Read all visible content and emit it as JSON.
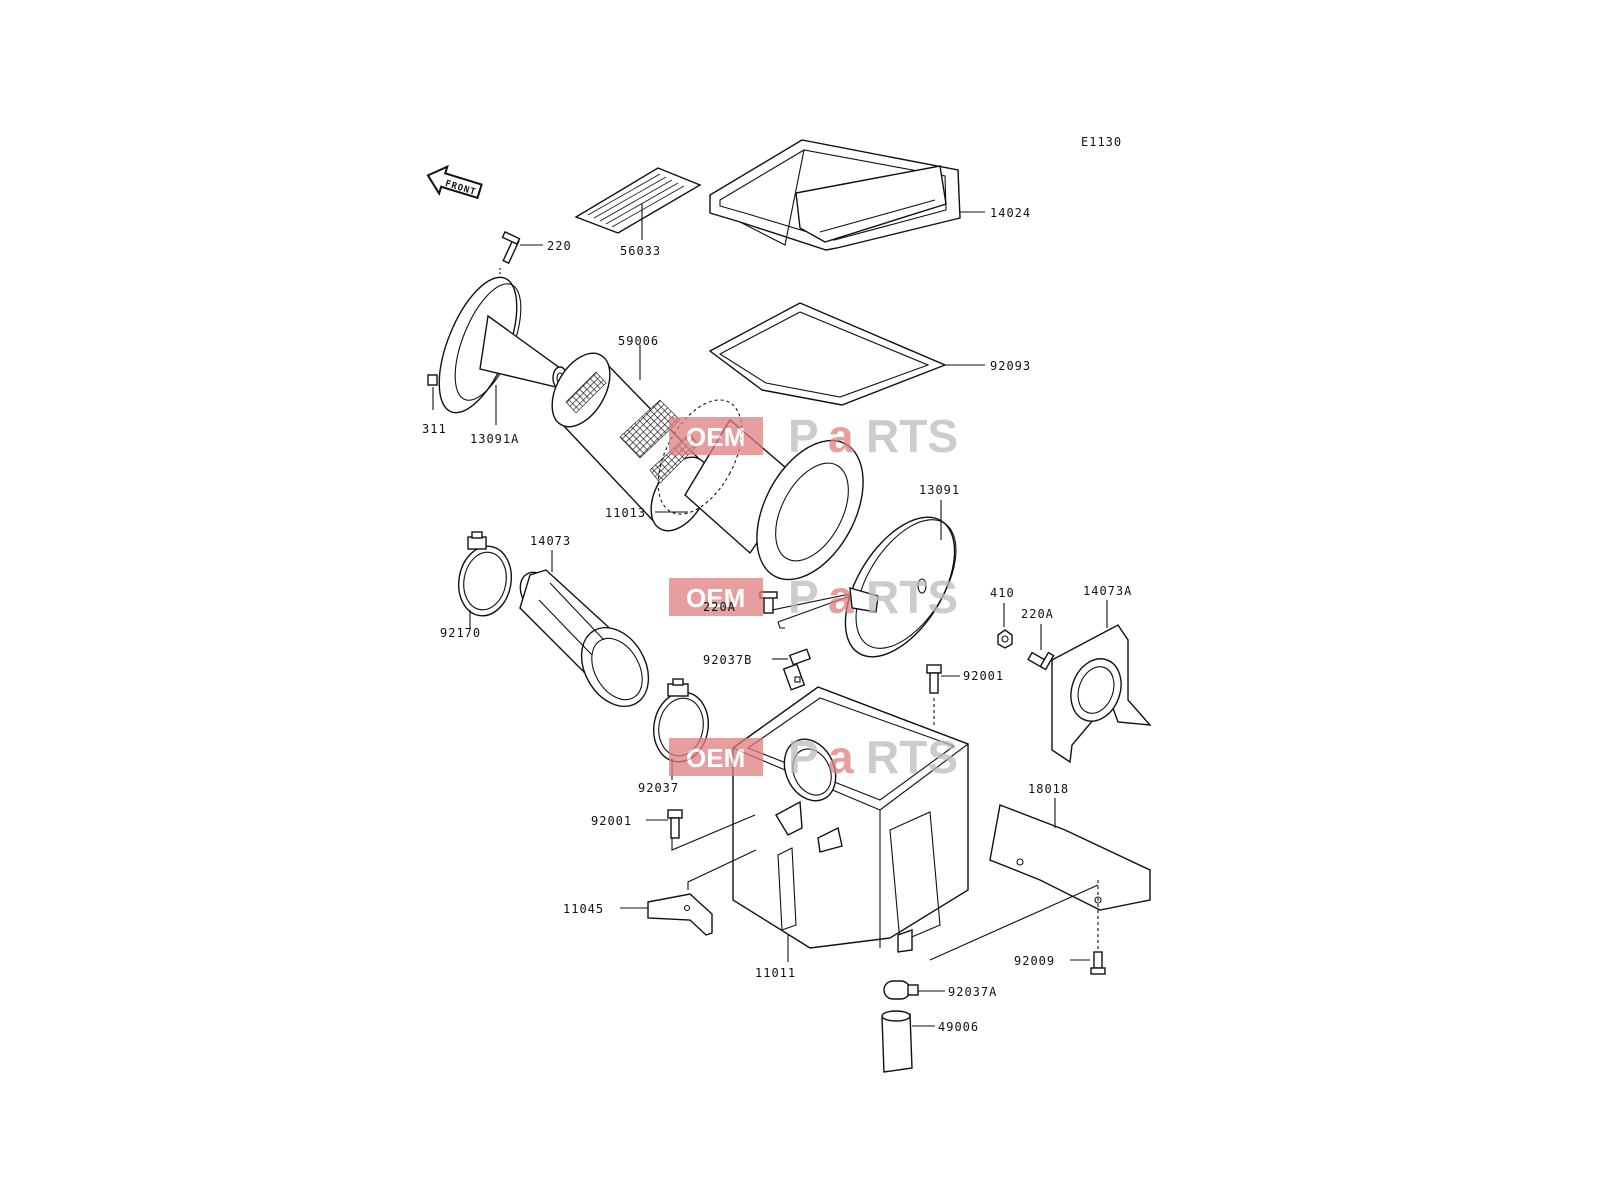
{
  "diagram": {
    "code": "E1130",
    "front_label": "FRONT",
    "watermark": {
      "left": "OEM",
      "right_a": "P",
      "right_b": "a",
      "right_c": "RTS"
    },
    "parts": [
      {
        "id": "14024",
        "name": "airbox-lid"
      },
      {
        "id": "56033",
        "name": "label"
      },
      {
        "id": "220",
        "name": "screw"
      },
      {
        "id": "59006",
        "name": "element-cover"
      },
      {
        "id": "92093",
        "name": "gasket"
      },
      {
        "id": "311",
        "name": "nut"
      },
      {
        "id": "13091A",
        "name": "cap"
      },
      {
        "id": "11013",
        "name": "air-filter-element"
      },
      {
        "id": "13091",
        "name": "plate"
      },
      {
        "id": "14073",
        "name": "duct"
      },
      {
        "id": "92170",
        "name": "clamp"
      },
      {
        "id": "220A",
        "name": "screw"
      },
      {
        "id": "410",
        "name": "nut"
      },
      {
        "id": "220A",
        "name": "screw"
      },
      {
        "id": "14073A",
        "name": "duct-cover"
      },
      {
        "id": "92037B",
        "name": "clamp"
      },
      {
        "id": "92001",
        "name": "bolt"
      },
      {
        "id": "92037",
        "name": "clamp"
      },
      {
        "id": "18018",
        "name": "bracket"
      },
      {
        "id": "92001",
        "name": "bolt"
      },
      {
        "id": "11045",
        "name": "bracket"
      },
      {
        "id": "11011",
        "name": "air-cleaner-case"
      },
      {
        "id": "92009",
        "name": "screw"
      },
      {
        "id": "92037A",
        "name": "clamp"
      },
      {
        "id": "49006",
        "name": "drain-cap"
      }
    ]
  }
}
